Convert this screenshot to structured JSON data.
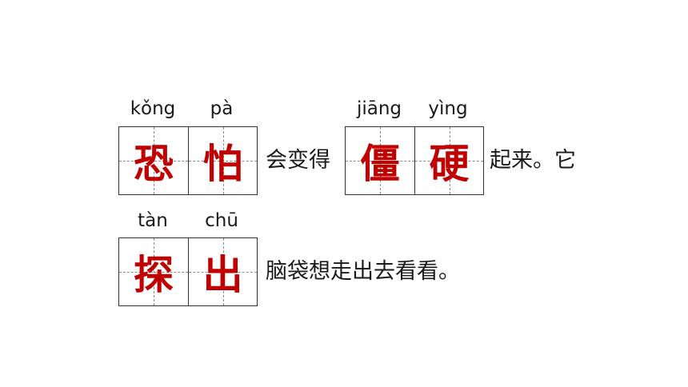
{
  "line1": {
    "pinyin": [
      "kǒng",
      "pà",
      "jiāng",
      "yìng"
    ],
    "chars": [
      "恐",
      "怕",
      "僵",
      "硬"
    ],
    "text_mid": "会变得",
    "text_end": "起来。它"
  },
  "line2": {
    "pinyin": [
      "tàn",
      "chū"
    ],
    "chars": [
      "探",
      "出"
    ],
    "text_end": "脑袋想走出去看看。"
  },
  "colors": {
    "char": "#c00000",
    "text": "#1a1a1a",
    "grid_line": "#333333",
    "guide_line": "#8a8a8a"
  }
}
